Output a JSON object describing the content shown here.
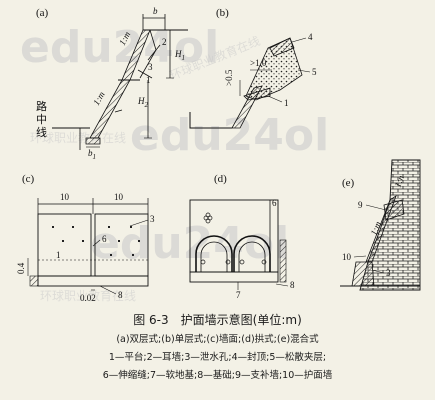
{
  "watermark": {
    "brand": "edu24ol",
    "cn_top": "环球职业教育在线",
    "cn_mid": "环球职业教育在线",
    "cn_bot": "环球职业教育在线"
  },
  "panels": {
    "a": {
      "label": "(a)",
      "dim_b": "b",
      "slope_upper": "1:m",
      "slope_lower": "1:m",
      "part_1": "1",
      "part_2": "2",
      "part_3": "3",
      "height_upper": "H",
      "height_upper_sub": "1",
      "height_lower": "H",
      "height_lower_sub": "2",
      "road_label": [
        "路",
        "中",
        "线"
      ],
      "dim_bottom": "b",
      "dim_bottom_sub": "1"
    },
    "b": {
      "label": "(b)",
      "dim_top": ">1.0",
      "dim_side": ">0.5",
      "part_1": "1",
      "part_4": "4",
      "part_5": "5"
    },
    "c": {
      "label": "(c)",
      "width_left": "10",
      "width_right": "10",
      "part_1": "1",
      "part_3": "3",
      "part_6": "6",
      "part_8": "8",
      "height": "0.4",
      "gap": "0.02"
    },
    "d": {
      "label": "(d)",
      "part_6": "6",
      "part_7": "7",
      "part_8": "8"
    },
    "e": {
      "label": "(e)",
      "slope_upper": "1:n",
      "slope_lower": "1:m",
      "part_3": "3",
      "part_9": "9",
      "part_10": "10"
    }
  },
  "caption": {
    "title": "图 6-3　护面墙示意图(单位:m)",
    "line1": "(a)双层式;(b)单层式;(c)墙面;(d)拱式;(e)混合式",
    "line2": "1—平台;2—耳墙;3—泄水孔;4—封顶;5—松散夹层;",
    "line3": "6—伸缩缝;7—软地基;8—基础;9—支补墙;10—护面墙"
  }
}
